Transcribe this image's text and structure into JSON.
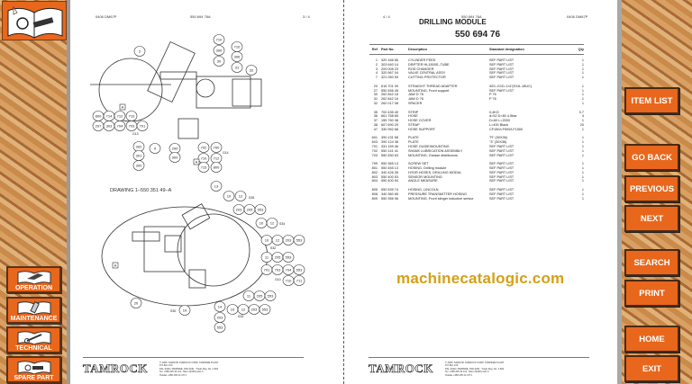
{
  "left_nav": {
    "logo_icon": "open-book-with-part-icon",
    "buttons": [
      {
        "label": "OPERATION",
        "icon": "hand-book-icon"
      },
      {
        "label": "MAINTENANCE",
        "icon": "tool-book-icon"
      },
      {
        "label": "TECHNICAL",
        "icon": "wrench-book-icon"
      },
      {
        "label": "SPARE PART",
        "icon": "part-book-icon"
      }
    ]
  },
  "right_nav": {
    "buttons": [
      "ITEM LIST",
      "GO BACK",
      "PREVIOUS",
      "NEXT",
      "SEARCH",
      "PRINT",
      "HOME",
      "EXIT"
    ]
  },
  "left_page": {
    "header_left": "0406 DM67P",
    "header_center": "550 694 76A",
    "header_right": "3 / 4",
    "drawing_title": "DRAWING 1–550 351 49–A",
    "top_callouts": [
      "2",
      "710",
      "306",
      "30",
      "710",
      "306",
      "31",
      "32",
      "800",
      "714",
      "712",
      "710",
      "207",
      "303",
      "704",
      "703",
      "701",
      "302",
      "301",
      "300",
      "9",
      "290",
      "300",
      "702",
      "700",
      "710",
      "712",
      "715",
      "800",
      "A",
      "A"
    ],
    "top_labels": [
      "G13",
      "G14"
    ],
    "bottom_callouts": [
      "13",
      "10",
      "12",
      "203",
      "205",
      "553",
      "10",
      "12",
      "10",
      "12",
      "203",
      "553",
      "11",
      "205",
      "553",
      "701",
      "703",
      "704",
      "553",
      "710",
      "711",
      "11",
      "205",
      "553",
      "10",
      "12",
      "203",
      "553",
      "14",
      "203",
      "553",
      "20",
      "10",
      "A"
    ],
    "bottom_labels": [
      "S35",
      "S34",
      "S32",
      "G10",
      "S33",
      "S30"
    ]
  },
  "right_page": {
    "header_left": "4 / 4",
    "header_center": "550 694 76A",
    "header_right": "0406 DM67P",
    "title": "DRILLING MODULE",
    "number": "550 694 76",
    "columns": [
      "Ref",
      "Part No.",
      "Description",
      "Standard designation",
      "Qty"
    ],
    "groups": [
      [
        [
          "1",
          "320 166 66",
          "CYLINDER FEED",
          "SEF PART LIST",
          "1"
        ],
        [
          "2",
          "303 640 14",
          "DRIFTER HL1500S–TUBE",
          "SEF PART LIST",
          "1"
        ],
        [
          "3",
          "209 008 23",
          "ROD CHANGER",
          "SEF PART LIST",
          "1"
        ],
        [
          "4",
          "320 967 04",
          "VALVE CENTRAL ASSY",
          "SEF PART LIST",
          "1"
        ],
        [
          "7",
          "321 050 53",
          "CUTTING PROTECTOR",
          "SEF PART LIST",
          "1"
        ]
      ],
      [
        [
          "20",
          "616 701 09",
          "STRAIGHT THREAD ADAPTER",
          "40X–G1D–1/4\"(9/16–18UC)",
          "1"
        ],
        [
          "27",
          "550 456 45",
          "MOUNTING, Front support",
          "SEF PART LIST",
          "1"
        ],
        [
          "30",
          "262 842 16",
          "JAW D 76",
          "P 76",
          "1"
        ],
        [
          "31",
          "262 842 16",
          "JAW D 76",
          "P 76",
          "1"
        ],
        [
          "32",
          "262 017 08",
          "SPACER",
          "",
          "1"
        ]
      ],
      [
        [
          "35",
          "700 435 49",
          "STRIP",
          "0,4KG",
          "0.7"
        ],
        [
          "36",
          "661 758 65",
          "HOSE",
          "d=52 D=60 4.5bar",
          "4"
        ],
        [
          "37",
          "155 760 38",
          "HOSE COVER",
          "D=60 L=2000",
          "1"
        ],
        [
          "38",
          "607 690 29",
          "STRAP",
          "L=400 Black",
          "20"
        ],
        [
          "47",
          "330 952 68",
          "HOSE SUPPORT",
          "CF150/LF500/LF1500",
          "1"
        ]
      ],
      [
        [
          "601",
          "390 131 68",
          "PLATE",
          "\"R\" (30X36)",
          "1"
        ],
        [
          "603",
          "390 124 38",
          "PLATE",
          "\"3\" (30X36)",
          "1"
        ],
        [
          "701",
          "331 159 46",
          "HOSE GUIDE/MOUNTING",
          "SEF PART LIST",
          "1"
        ],
        [
          "702",
          "550 141 41",
          "SHANK LUBRICATION ASSEMBLY",
          "SEF PART LIST",
          "1"
        ],
        [
          "703",
          "550 450 63",
          "MOUNTING, Grease distributors",
          "SEF PART LIST",
          "1"
        ]
      ],
      [
        [
          "799",
          "550 365 13",
          "SCREW SET",
          "SEF PART LIST",
          "1"
        ],
        [
          "801",
          "550 455 13",
          "HOSING, Drilling module",
          "SEF PART LIST",
          "1"
        ],
        [
          "802",
          "340 426 35",
          "HYDR.HOSES, DRILLING MODUL",
          "SEF PART LIST",
          "1"
        ],
        [
          "803",
          "550 400 53",
          "SENSOR MOUNTING",
          "SEF PART LIST",
          "1"
        ],
        [
          "804",
          "550 400 54",
          "ANGLE MEASURE",
          "SEF PART LIST",
          "1"
        ]
      ],
      [
        [
          "805",
          "550 539 74",
          "HOSING, LINCOLN",
          "SEF PART LIST",
          "1"
        ],
        [
          "808",
          "340 360 65",
          "PRESSURE TRANSMITTER HOSING",
          "SEF PART LIST",
          "1"
        ],
        [
          "809",
          "550 356 96",
          "MOUNTING, Front stinger inductive sensor",
          "SEF PART LIST",
          "1"
        ]
      ]
    ]
  },
  "footer": {
    "brand": "TAMROCK",
    "address": "© 2006, SANDVIK TAMROCK CORP. TAMPERE PLANT\nP.O.Box 100\nFIN–33311 TAMPERE, FINLAND   Trade Reg. No. 2.832\nTel. +358 205 44 121, Telex 22238 pwrls fi\nTelefax +358 205 44 4771"
  },
  "watermark": "machinecatalogic.com",
  "colors": {
    "button": "#e8671c",
    "button_border": "#4a2a14",
    "watermark": "#d4a017"
  }
}
